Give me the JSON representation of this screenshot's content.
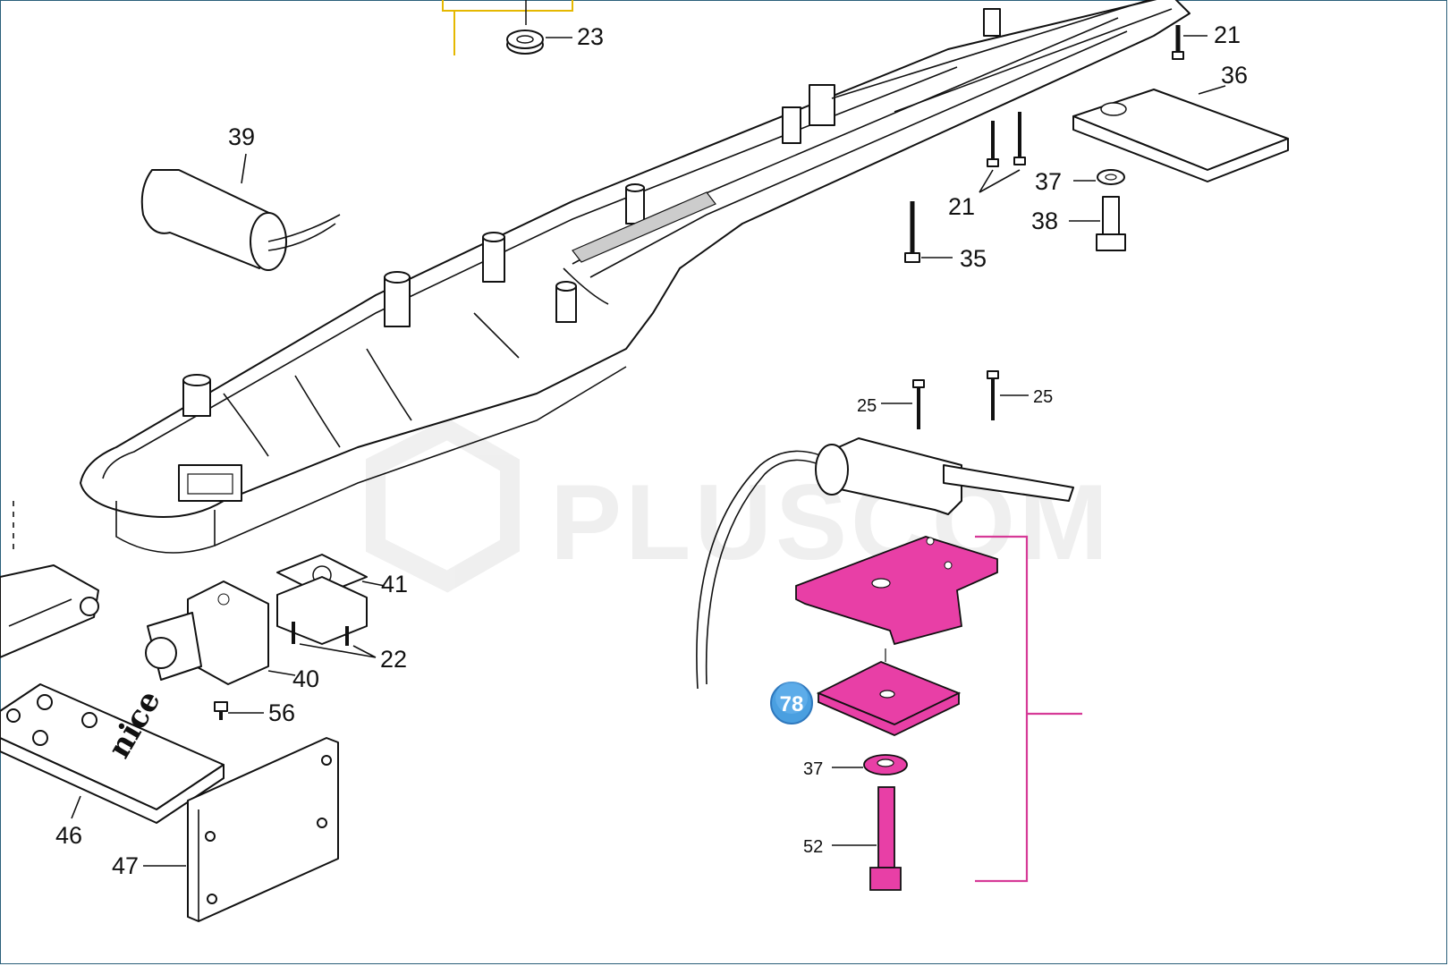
{
  "watermark": "PLUSCOM",
  "badge": {
    "number": "78",
    "color": "#4a9fe0"
  },
  "highlight_color": "#e83fa6",
  "callouts": {
    "c23": "23",
    "c21a": "21",
    "c36": "36",
    "c39": "39",
    "c37a": "37",
    "c21b": "21",
    "c38": "38",
    "c35": "35",
    "c25a": "25",
    "c25b": "25",
    "c41": "41",
    "c22": "22",
    "c40": "40",
    "c56": "56",
    "c46": "46",
    "c47": "47",
    "c37b": "37",
    "c52": "52"
  },
  "logo_text": "nice"
}
